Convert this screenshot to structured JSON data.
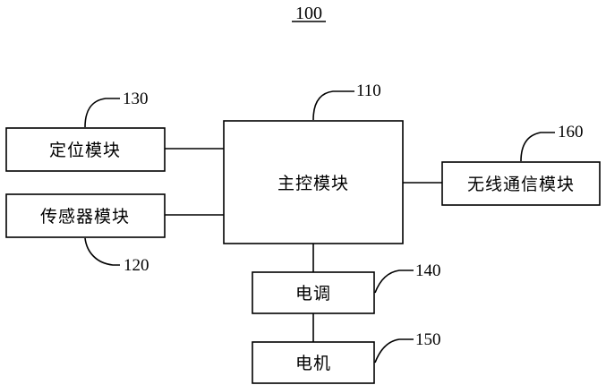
{
  "diagram": {
    "title": "100",
    "modules": {
      "main": {
        "label": "主控模块",
        "ref": "110"
      },
      "positioning": {
        "label": "定位模块",
        "ref": "130"
      },
      "sensor": {
        "label": "传感器模块",
        "ref": "120"
      },
      "wireless": {
        "label": "无线通信模块",
        "ref": "160"
      },
      "esc": {
        "label": "电调",
        "ref": "140"
      },
      "motor": {
        "label": "电机",
        "ref": "150"
      }
    }
  }
}
